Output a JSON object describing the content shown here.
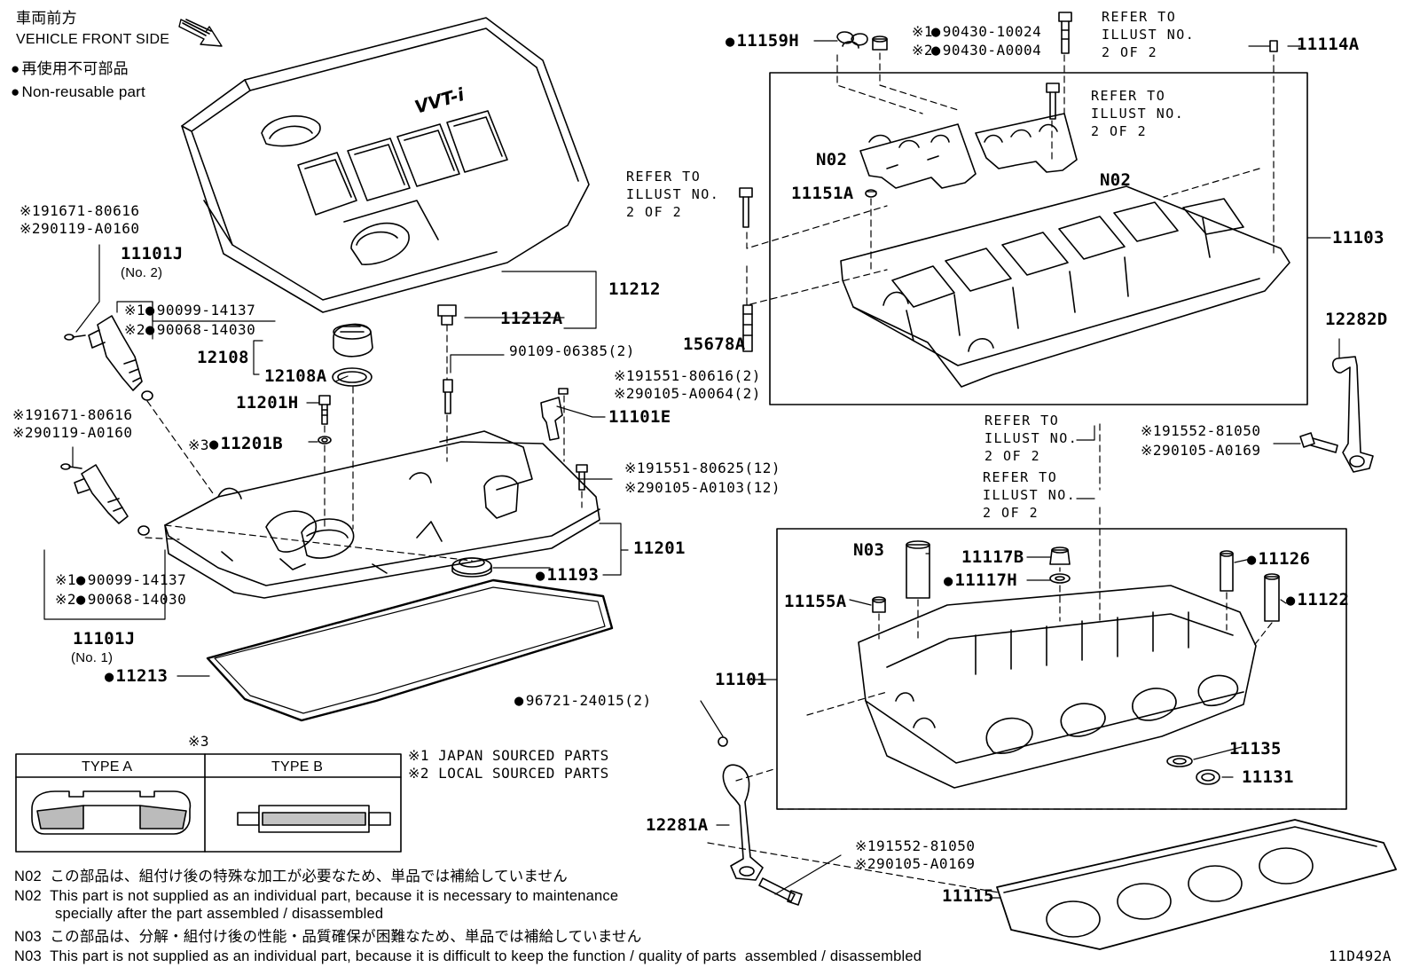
{
  "header": {
    "vehicle_front_jp": "車両前方",
    "vehicle_front_en": "VEHICLE FRONT SIDE",
    "nonreusable_jp": "再使用不可部品",
    "nonreusable_en": "Non-reusable part"
  },
  "refer": "REFER TO\nILLUST NO.\n2 OF 2",
  "parts": {
    "p11159H": "11159H",
    "p90430_10024": "90430-10024",
    "p90430_A0004": "90430-A0004",
    "p11114A": "11114A",
    "p11103": "11103",
    "pN02a": "N02",
    "pN02b": "N02",
    "p11151A": "11151A",
    "p15678A": "15678A",
    "p12282D": "12282D",
    "p91552_81050a": "91552-81050",
    "p90105_A0169a": "90105-A0169",
    "p11212": "11212",
    "p11212A": "11212A",
    "p90109": "90109-06385(2)",
    "p91671_a": "91671-80616",
    "p90119_a": "90119-A0160",
    "p11101J2": "11101J",
    "no2": "(No. 2)",
    "p90099_a": "90099-14137",
    "p90068_a": "90068-14030",
    "p12108": "12108",
    "p12108A": "12108A",
    "p11201H": "11201H",
    "p91551_80616": "91551-80616(2)",
    "p90105_A0064": "90105-A0064(2)",
    "p11101E": "11101E",
    "p91671_b": "91671-80616",
    "p90119_b": "90119-A0160",
    "p11201B": "11201B",
    "p91551_80625": "91551-80625(12)",
    "p90105_A0103": "90105-A0103(12)",
    "p11201": "11201",
    "p11193": "11193",
    "p90099_b": "90099-14137",
    "p90068_b": "90068-14030",
    "p11101J1": "11101J",
    "no1": "(No. 1)",
    "p11213": "11213",
    "pN03": "N03",
    "p11117B": "11117B",
    "p11117H": "11117H",
    "p11126": "11126",
    "p11122": "11122",
    "p11155A": "11155A",
    "p11101": "11101",
    "p96721": "96721-24015(2)",
    "p11135": "11135",
    "p11131": "11131",
    "p12281A": "12281A",
    "p91552_81050b": "91552-81050",
    "p90105_A0169b": "90105-A0169",
    "p11115": "11115"
  },
  "legend": {
    "m1": "※1",
    "m2": "※2",
    "m3": "※3",
    "japan": "※1 JAPAN SOURCED PARTS",
    "local": "※2 LOCAL SOURCED PARTS",
    "type_a": "TYPE A",
    "type_b": "TYPE B"
  },
  "notes": {
    "n02_jp": "N02  この部品は、組付け後の特殊な加工が必要なため、単品では補給していません",
    "n02_en1": "N02  This part is not supplied as an individual part, because it is necessary to maintenance",
    "n02_en2": "specially after the part assembled / disassembled",
    "n03_jp": "N03  この部品は、分解・組付け後の性能・品質確保が困難なため、単品では補給していません",
    "n03_en": "N03  This part is not supplied as an individual part, because it is difficult to keep the function / quality of parts  assembled / disassembled"
  },
  "figure_id": "11D492A",
  "cover_badge": "VVT-i"
}
